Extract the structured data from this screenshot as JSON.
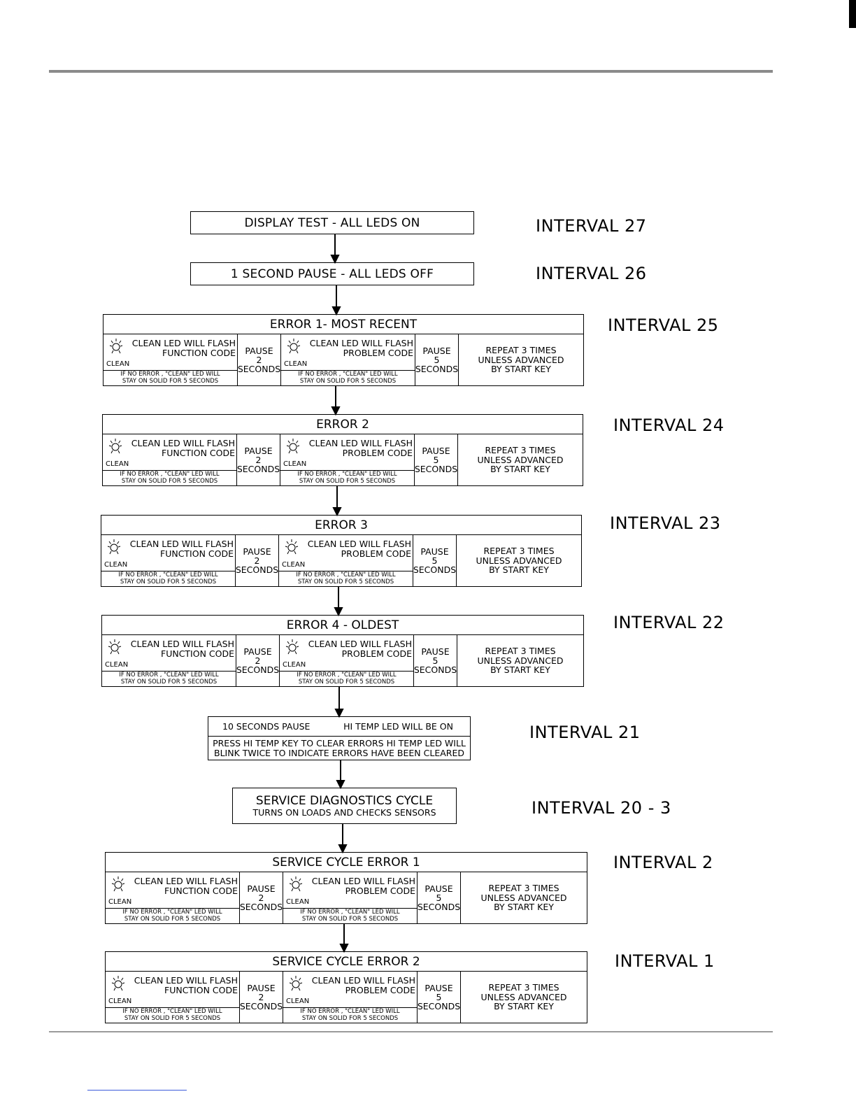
{
  "steps": [
    {
      "text": "DISPLAY TEST -  ALL LEDS ON",
      "interval": "INTERVAL 27"
    },
    {
      "text": "1 SECOND PAUSE - ALL LEDS OFF",
      "interval": "INTERVAL 26"
    }
  ],
  "common": {
    "clean": "CLEAN",
    "flash": "CLEAN LED WILL FLASH",
    "function_code": "FUNCTION CODE",
    "problem_code": "PROBLEM CODE",
    "no_error_1": "IF NO ERROR , \"CLEAN\" LED WILL",
    "no_error_2": "STAY ON SOLID FOR 5 SECONDS",
    "pause": "PAUSE",
    "two": "2",
    "five": "5",
    "seconds": "SECONDS",
    "repeat_1": "REPEAT 3 TIMES",
    "repeat_2": "UNLESS ADVANCED",
    "repeat_3": "BY START KEY"
  },
  "errors": [
    {
      "title": "ERROR 1- MOST RECENT",
      "interval": "INTERVAL 25"
    },
    {
      "title": "ERROR 2",
      "interval": "INTERVAL 24"
    },
    {
      "title": "ERROR 3",
      "interval": "INTERVAL 23"
    },
    {
      "title": "ERROR 4 - OLDEST",
      "interval": "INTERVAL 22"
    },
    {
      "title": "SERVICE CYCLE ERROR 1",
      "interval": "INTERVAL 2"
    },
    {
      "title": "SERVICE CYCLE ERROR 2",
      "interval": "INTERVAL 1"
    }
  ],
  "interval21": {
    "pause": "10 SECONDS PAUSE",
    "hitemp": "HI TEMP LED WILL BE ON",
    "line1": "PRESS HI TEMP KEY TO CLEAR ERRORS HI TEMP LED WILL",
    "line2": "BLINK TWICE TO INDICATE ERRORS HAVE BEEN CLEARED",
    "interval": "INTERVAL 21"
  },
  "service_diag": {
    "title": "SERVICE DIAGNOSTICS CYCLE",
    "subtitle": "TURNS ON LOADS AND CHECKS SENSORS",
    "interval": "INTERVAL 20 - 3"
  }
}
